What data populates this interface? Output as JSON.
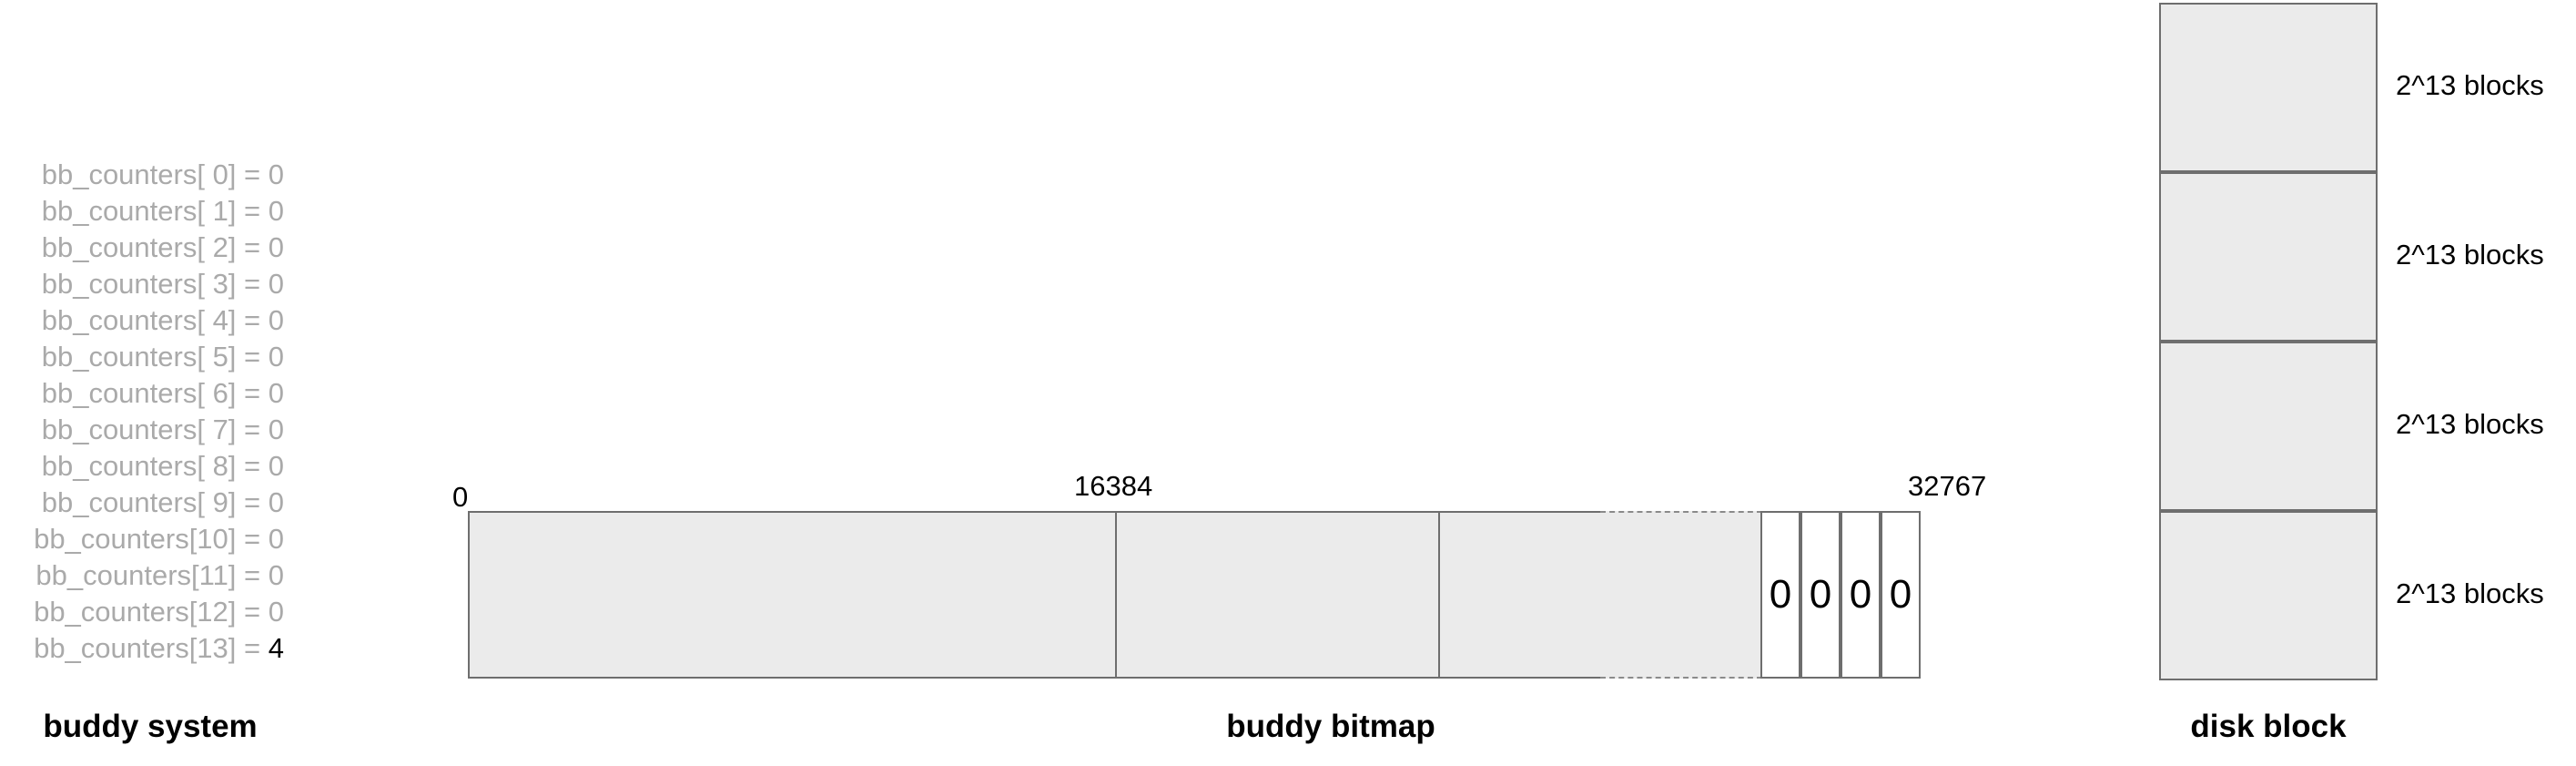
{
  "buddy_system": {
    "caption": "buddy system",
    "counters": [
      {
        "label": "bb_counters[ 0] = ",
        "value": "0",
        "active": false
      },
      {
        "label": "bb_counters[ 1] = ",
        "value": "0",
        "active": false
      },
      {
        "label": "bb_counters[ 2] = ",
        "value": "0",
        "active": false
      },
      {
        "label": "bb_counters[ 3] = ",
        "value": "0",
        "active": false
      },
      {
        "label": "bb_counters[ 4] = ",
        "value": "0",
        "active": false
      },
      {
        "label": "bb_counters[ 5] = ",
        "value": "0",
        "active": false
      },
      {
        "label": "bb_counters[ 6] = ",
        "value": "0",
        "active": false
      },
      {
        "label": "bb_counters[ 7] = ",
        "value": "0",
        "active": false
      },
      {
        "label": "bb_counters[ 8] = ",
        "value": "0",
        "active": false
      },
      {
        "label": "bb_counters[ 9] = ",
        "value": "0",
        "active": false
      },
      {
        "label": "bb_counters[10] = ",
        "value": "0",
        "active": false
      },
      {
        "label": "bb_counters[11] = ",
        "value": "0",
        "active": false
      },
      {
        "label": "bb_counters[12] = ",
        "value": "0",
        "active": false
      },
      {
        "label": "bb_counters[13] = ",
        "value": "4",
        "active": true
      }
    ]
  },
  "buddy_bitmap": {
    "caption": "buddy bitmap",
    "marks": [
      "0",
      "16384",
      "32767"
    ],
    "bits": [
      "0",
      "0",
      "0",
      "0"
    ]
  },
  "disk_block": {
    "caption": "disk block",
    "blocks": [
      "2^13 blocks",
      "2^13 blocks",
      "2^13 blocks",
      "2^13 blocks"
    ]
  },
  "colors": {
    "fill": "#ebebeb",
    "border": "#6e6e6e",
    "inactive_text": "#aaaaaa",
    "active_text": "#000000"
  }
}
